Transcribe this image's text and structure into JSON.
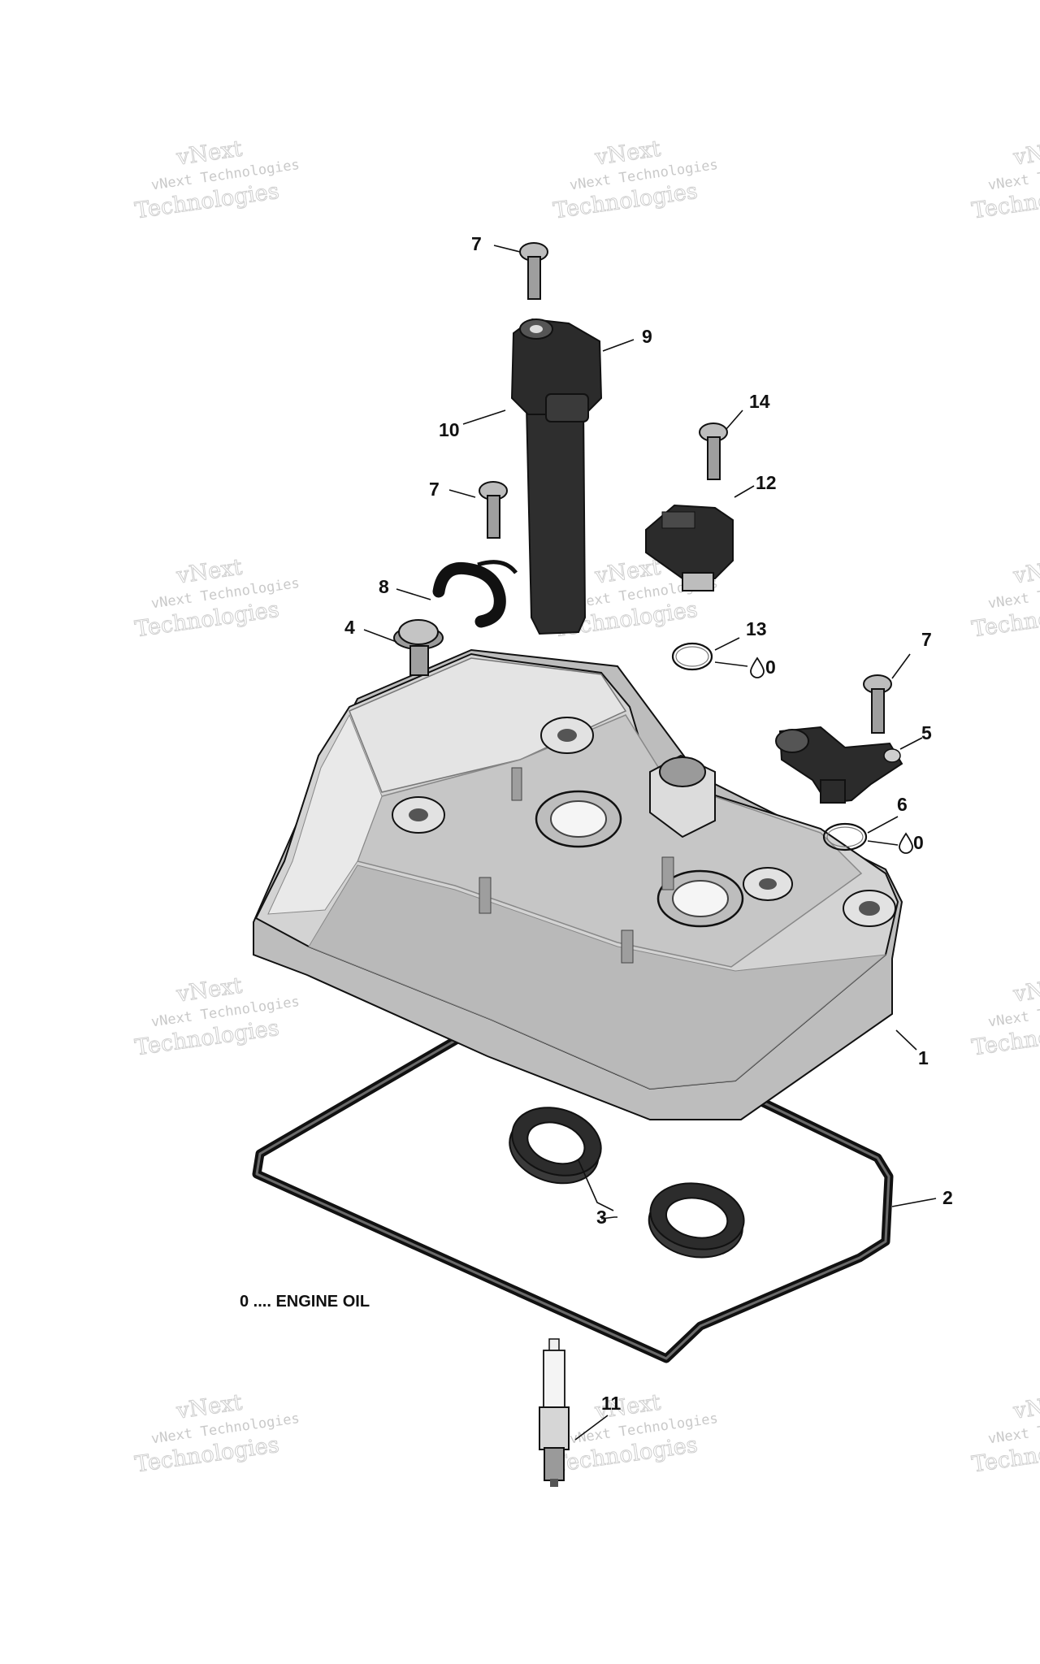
{
  "watermark": {
    "brand": "vNext",
    "line1": "vNext Technologies",
    "line2": "Technologies"
  },
  "callouts": {
    "c1": "1",
    "c2": "2",
    "c3": "3",
    "c4": "4",
    "c5": "5",
    "c6": "6",
    "c7a": "7",
    "c7b": "7",
    "c7c": "7",
    "c8": "8",
    "c9": "9",
    "c10": "10",
    "c11": "11",
    "c12": "12",
    "c13": "13",
    "c14": "14"
  },
  "oil_marks": {
    "m13": "0",
    "m6": "0"
  },
  "legend": {
    "text": "0 .... ENGINE OIL"
  },
  "colors": {
    "cover_fill": "#cfcfcf",
    "cover_light": "#e6e6e6",
    "cover_shadow": "#a9a9a9",
    "dark_part": "#2a2a2a",
    "outline": "#111111"
  }
}
